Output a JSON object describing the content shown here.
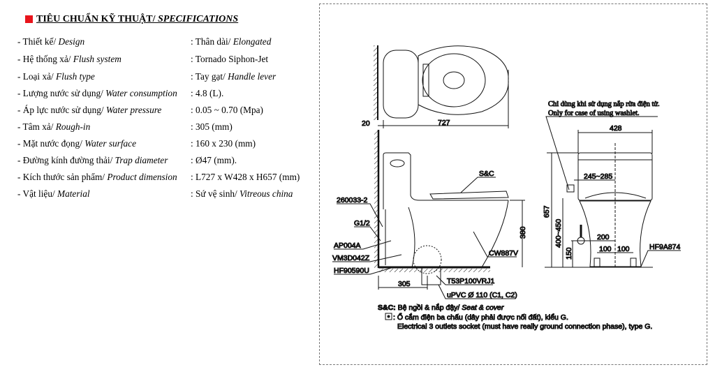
{
  "spec": {
    "title_vi": "TIÊU CHUẨN KỸ THUẬT/ ",
    "title_en": "SPECIFICATIONS",
    "rows": [
      {
        "vi": "- Thiết kế/ ",
        "en": "Design",
        "val": ": Thân dài/ ",
        "val_en": "Elongated"
      },
      {
        "vi": "- Hệ thống xả/ ",
        "en": "Flush system",
        "val": ": Tornado Siphon-Jet",
        "val_en": ""
      },
      {
        "vi": "- Loại xả/ ",
        "en": "Flush type",
        "val": ": Tay gạt/ ",
        "val_en": "Handle lever"
      },
      {
        "vi": "- Lượng nước sử dụng/ ",
        "en": "Water consumption",
        "val": ": 4.8 (L).",
        "val_en": ""
      },
      {
        "vi": "- Áp lực nước sử dụng/ ",
        "en": "Water pressure",
        "val": ": 0.05 ~ 0.70 (Mpa)",
        "val_en": ""
      },
      {
        "vi": "- Tâm xả/ ",
        "en": "Rough-in",
        "val": ": 305 (mm)",
        "val_en": ""
      },
      {
        "vi": "- Mặt nước đọng/ ",
        "en": "Water surface",
        "val": ": 160 x 230 (mm)",
        "val_en": ""
      },
      {
        "vi": "- Đường kính đường thải/ ",
        "en": "Trap diameter",
        "val": ": Ø47 (mm).",
        "val_en": ""
      },
      {
        "vi": "- Kích thước sản phẩm/ ",
        "en": "Product dimension",
        "val": ": L727 x W428 x H657 (mm)",
        "val_en": ""
      },
      {
        "vi": "- Vật liệu/ ",
        "en": "Material",
        "val": ": Sứ vệ sinh/ ",
        "val_en": "Vitreous china"
      }
    ]
  },
  "drawing": {
    "top": {
      "wall_offset": "20",
      "length": "727"
    },
    "side": {
      "parts": [
        "260033-2",
        "G1/2",
        "AP004A",
        "VM3D042Z",
        "HF90590U"
      ],
      "seat": "S&C",
      "bowl": "CW887V",
      "height": "380",
      "rough_in": "305",
      "flange": "T53P100VRJ1",
      "pipe": "uPVC Ø 110 (C1, C2)"
    },
    "front": {
      "note_vi": "Chỉ dùng khi sử dụng nắp rửa điện tử.",
      "note_en": "Only for case of using washlet.",
      "width": "428",
      "socket_offset": "245~285",
      "height": "657",
      "socket_height": "400~450",
      "supply_height": "150",
      "span": "200",
      "half_a": "100",
      "half_b": "100",
      "bolt": "HF9A874"
    },
    "legend": {
      "sc_key": "S&C:",
      "sc_vi": " Bệ ngồi & nắp đậy/ ",
      "sc_en": "Seat & cover",
      "socket_vi": ": Ổ cắm điện ba chấu (dây phải được nối đất), kiểu G.",
      "socket_en": "Electrical 3 outlets socket (must have really ground connection phase), type G."
    }
  }
}
